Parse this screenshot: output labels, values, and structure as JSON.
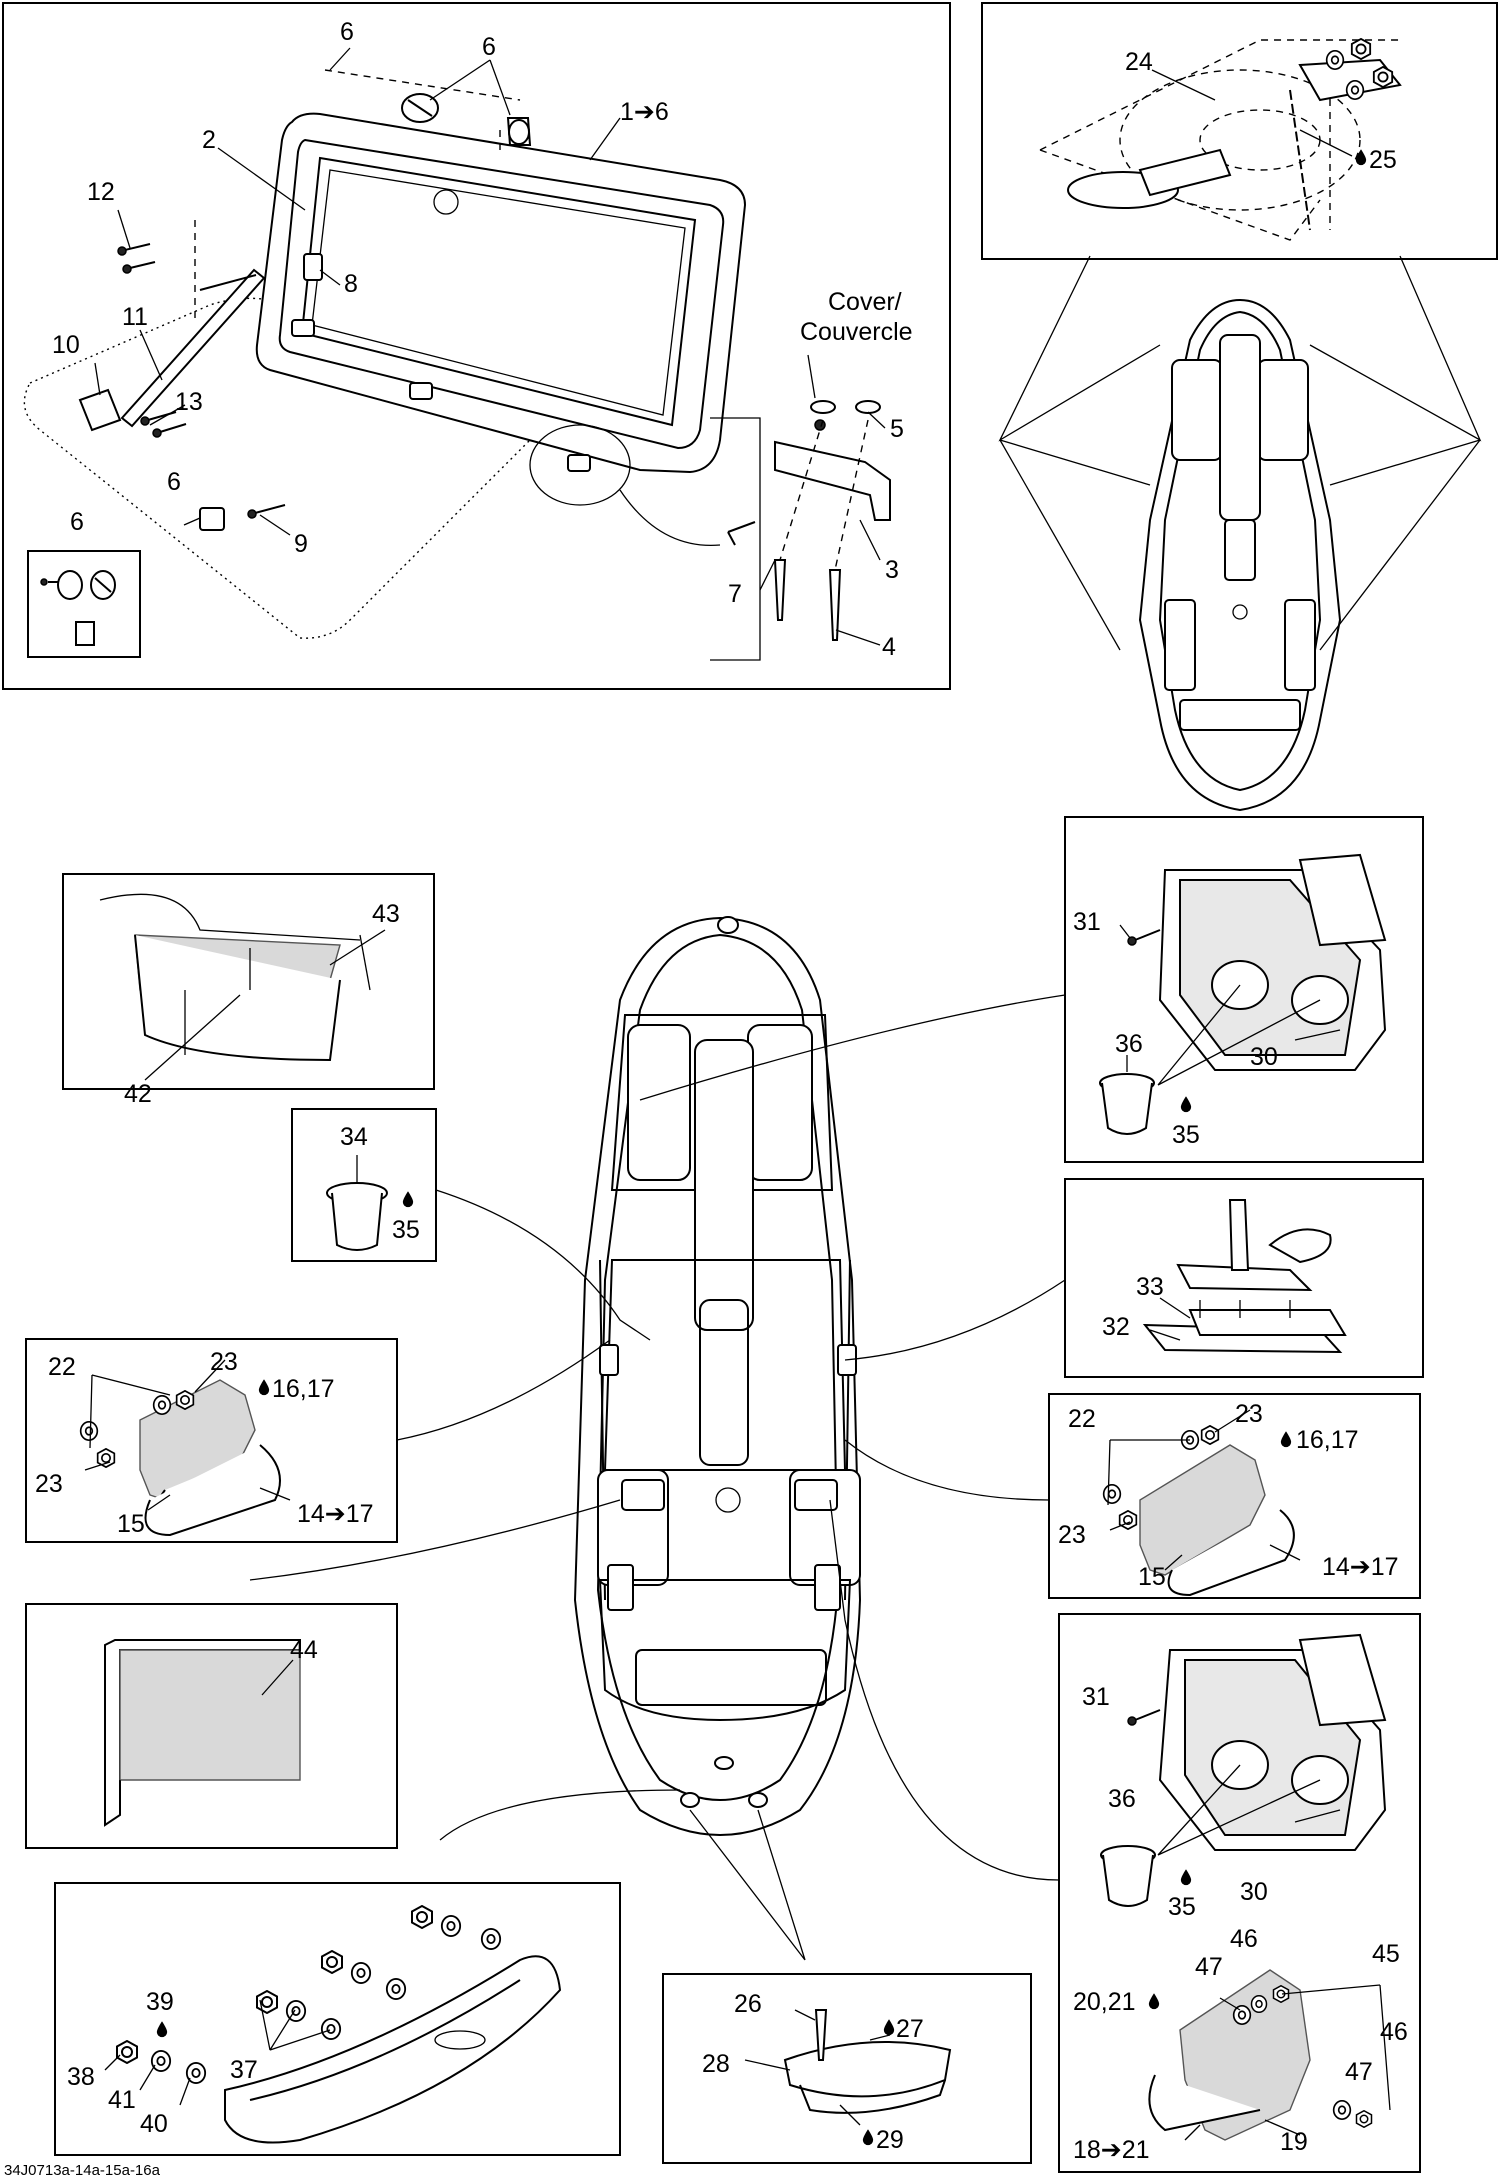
{
  "diagram_code": "34J0713a-14a-15a-16a",
  "labels": {
    "l_6a": "6",
    "l_6b": "6",
    "l_2": "2",
    "l_1to6": "1➔6",
    "l_12": "12",
    "l_8": "8",
    "l_11": "11",
    "l_10": "10",
    "l_13": "13",
    "l_cover1": "Cover/",
    "l_cover2": "Couvercle",
    "l_5": "5",
    "l_6c": "6",
    "l_9": "9",
    "l_6d": "6",
    "l_3": "3",
    "l_7": "7",
    "l_4": "4",
    "l_24": "24",
    "l_25": "25",
    "l_43": "43",
    "l_42": "42",
    "l_34": "34",
    "l_35a": "35",
    "l_31a": "31",
    "l_36a": "36",
    "l_35b": "35",
    "l_30a": "30",
    "l_33": "33",
    "l_32": "32",
    "l_22a": "22",
    "l_23a": "23",
    "l_1617a": "16,17",
    "l_23b": "23",
    "l_15a": "15",
    "l_14a": "14➔17",
    "l_22b": "22",
    "l_23c": "23",
    "l_1617b": "16,17",
    "l_23d": "23",
    "l_15b": "15",
    "l_14b": "14➔17",
    "l_44": "44",
    "l_31b": "31",
    "l_36b": "36",
    "l_35c": "35",
    "l_30b": "30",
    "l_46a": "46",
    "l_47a": "47",
    "l_45": "45",
    "l_2021": "20,21",
    "l_46b": "46",
    "l_47b": "47",
    "l_1821": "18➔21",
    "l_19": "19",
    "l_26": "26",
    "l_27": "27",
    "l_28": "28",
    "l_29": "29",
    "l_39": "39",
    "l_38": "38",
    "l_41": "41",
    "l_40": "40",
    "l_37": "37"
  },
  "icons": {
    "drop": "sealant-drop-icon",
    "arrow": "range-arrow-icon"
  }
}
